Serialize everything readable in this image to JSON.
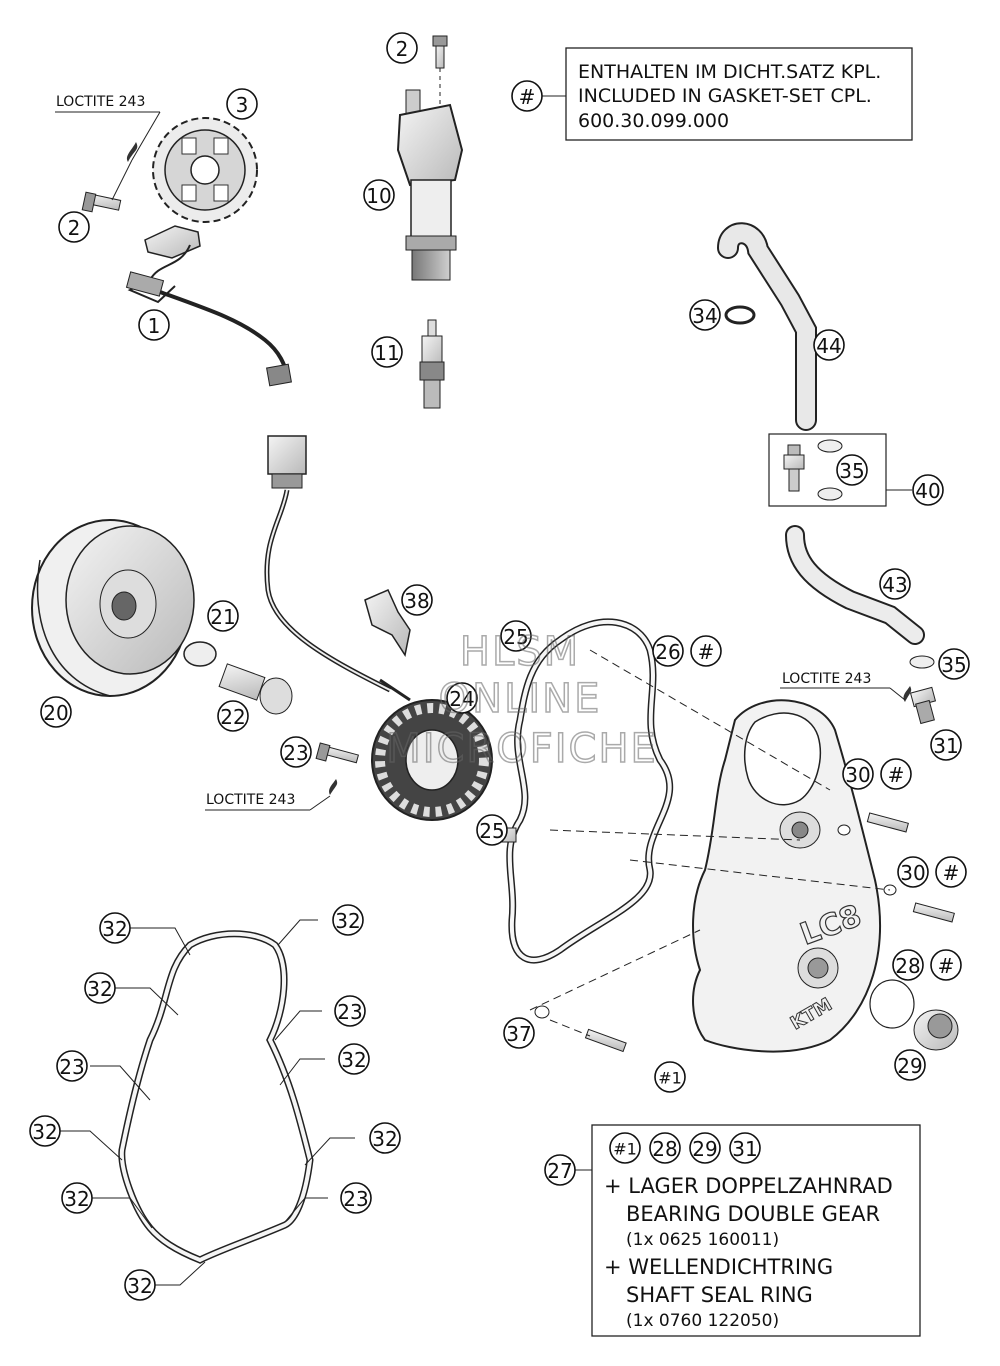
{
  "callouts": {
    "c1": "1",
    "c2a": "2",
    "c2b": "2",
    "c3": "3",
    "c10": "10",
    "c11": "11",
    "c20": "20",
    "c21": "21",
    "c22": "22",
    "c23a": "23",
    "c24": "24",
    "c25a": "25",
    "c25b": "25",
    "c26": "26",
    "c27": "27",
    "c28": "28",
    "c29": "29",
    "c30a": "30",
    "c30b": "30",
    "c31": "31",
    "c34": "34",
    "c35a": "35",
    "c35b": "35",
    "c37": "37",
    "c38": "38",
    "c40": "40",
    "c43": "43",
    "c44": "44",
    "c1h": "#1",
    "hash": "#"
  },
  "gasket_frame_callouts": [
    "32",
    "32",
    "32",
    "23",
    "32",
    "23",
    "32",
    "32",
    "23",
    "32",
    "32"
  ],
  "loctite": {
    "top": "LOCTITE 243",
    "middle": "LOCTITE 243",
    "right": "LOCTITE 243"
  },
  "gasket_set_note": {
    "line1": "ENTHALTEN IM DICHT.SATZ KPL.",
    "line2": "INCLUDED IN GASKET-SET CPL.",
    "line3": "600.30.099.000"
  },
  "kit_note": {
    "header_items": [
      "#1",
      "28",
      "29",
      "31"
    ],
    "lines": [
      "+ LAGER DOPPELZAHNRAD",
      "BEARING DOUBLE GEAR",
      "(1x 0625 160011)",
      "+ WELLENDICHTRING",
      "SHAFT SEAL RING",
      "(1x 0760 122050)"
    ]
  },
  "cover_logo": "LC8",
  "cover_brand": "KTM",
  "watermark": [
    "HLSM",
    "ONLINE",
    "MICROFICHE"
  ]
}
